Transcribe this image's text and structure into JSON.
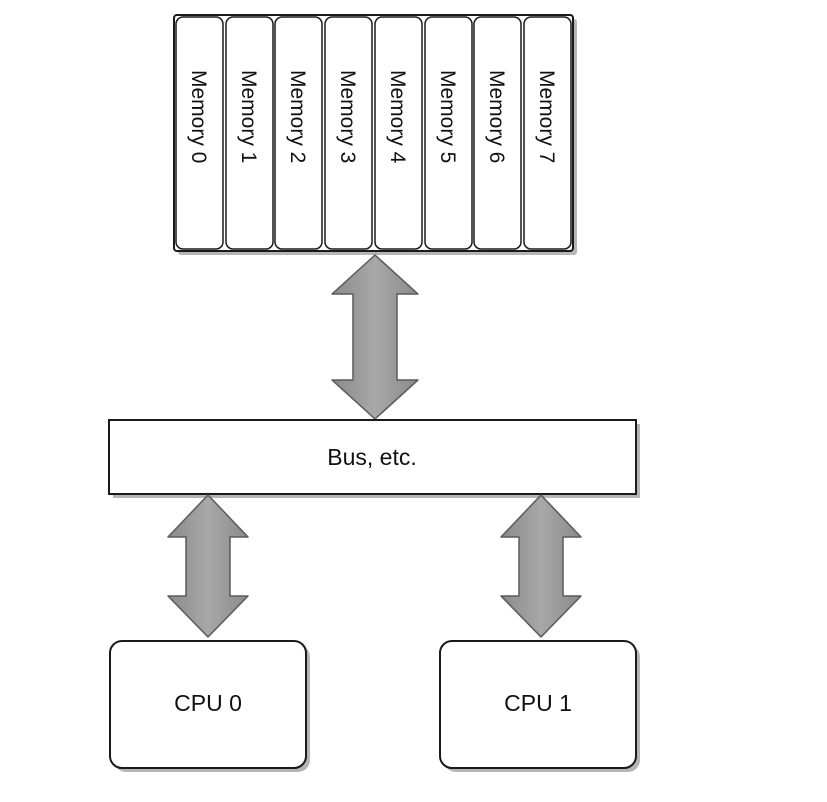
{
  "memory_banks": [
    {
      "label": "Memory 0"
    },
    {
      "label": "Memory 1"
    },
    {
      "label": "Memory 2"
    },
    {
      "label": "Memory 3"
    },
    {
      "label": "Memory 4"
    },
    {
      "label": "Memory 5"
    },
    {
      "label": "Memory 6"
    },
    {
      "label": "Memory 7"
    }
  ],
  "bus": {
    "label": "Bus, etc."
  },
  "cpus": [
    {
      "label": "CPU 0"
    },
    {
      "label": "CPU 1"
    }
  ],
  "colors": {
    "arrow_fill": "#9a9a9a",
    "arrow_stroke": "#5a5a5a",
    "box_stroke": "#1a1a1a",
    "box_fill": "#ffffff",
    "shadow": "#b5b5b5"
  }
}
